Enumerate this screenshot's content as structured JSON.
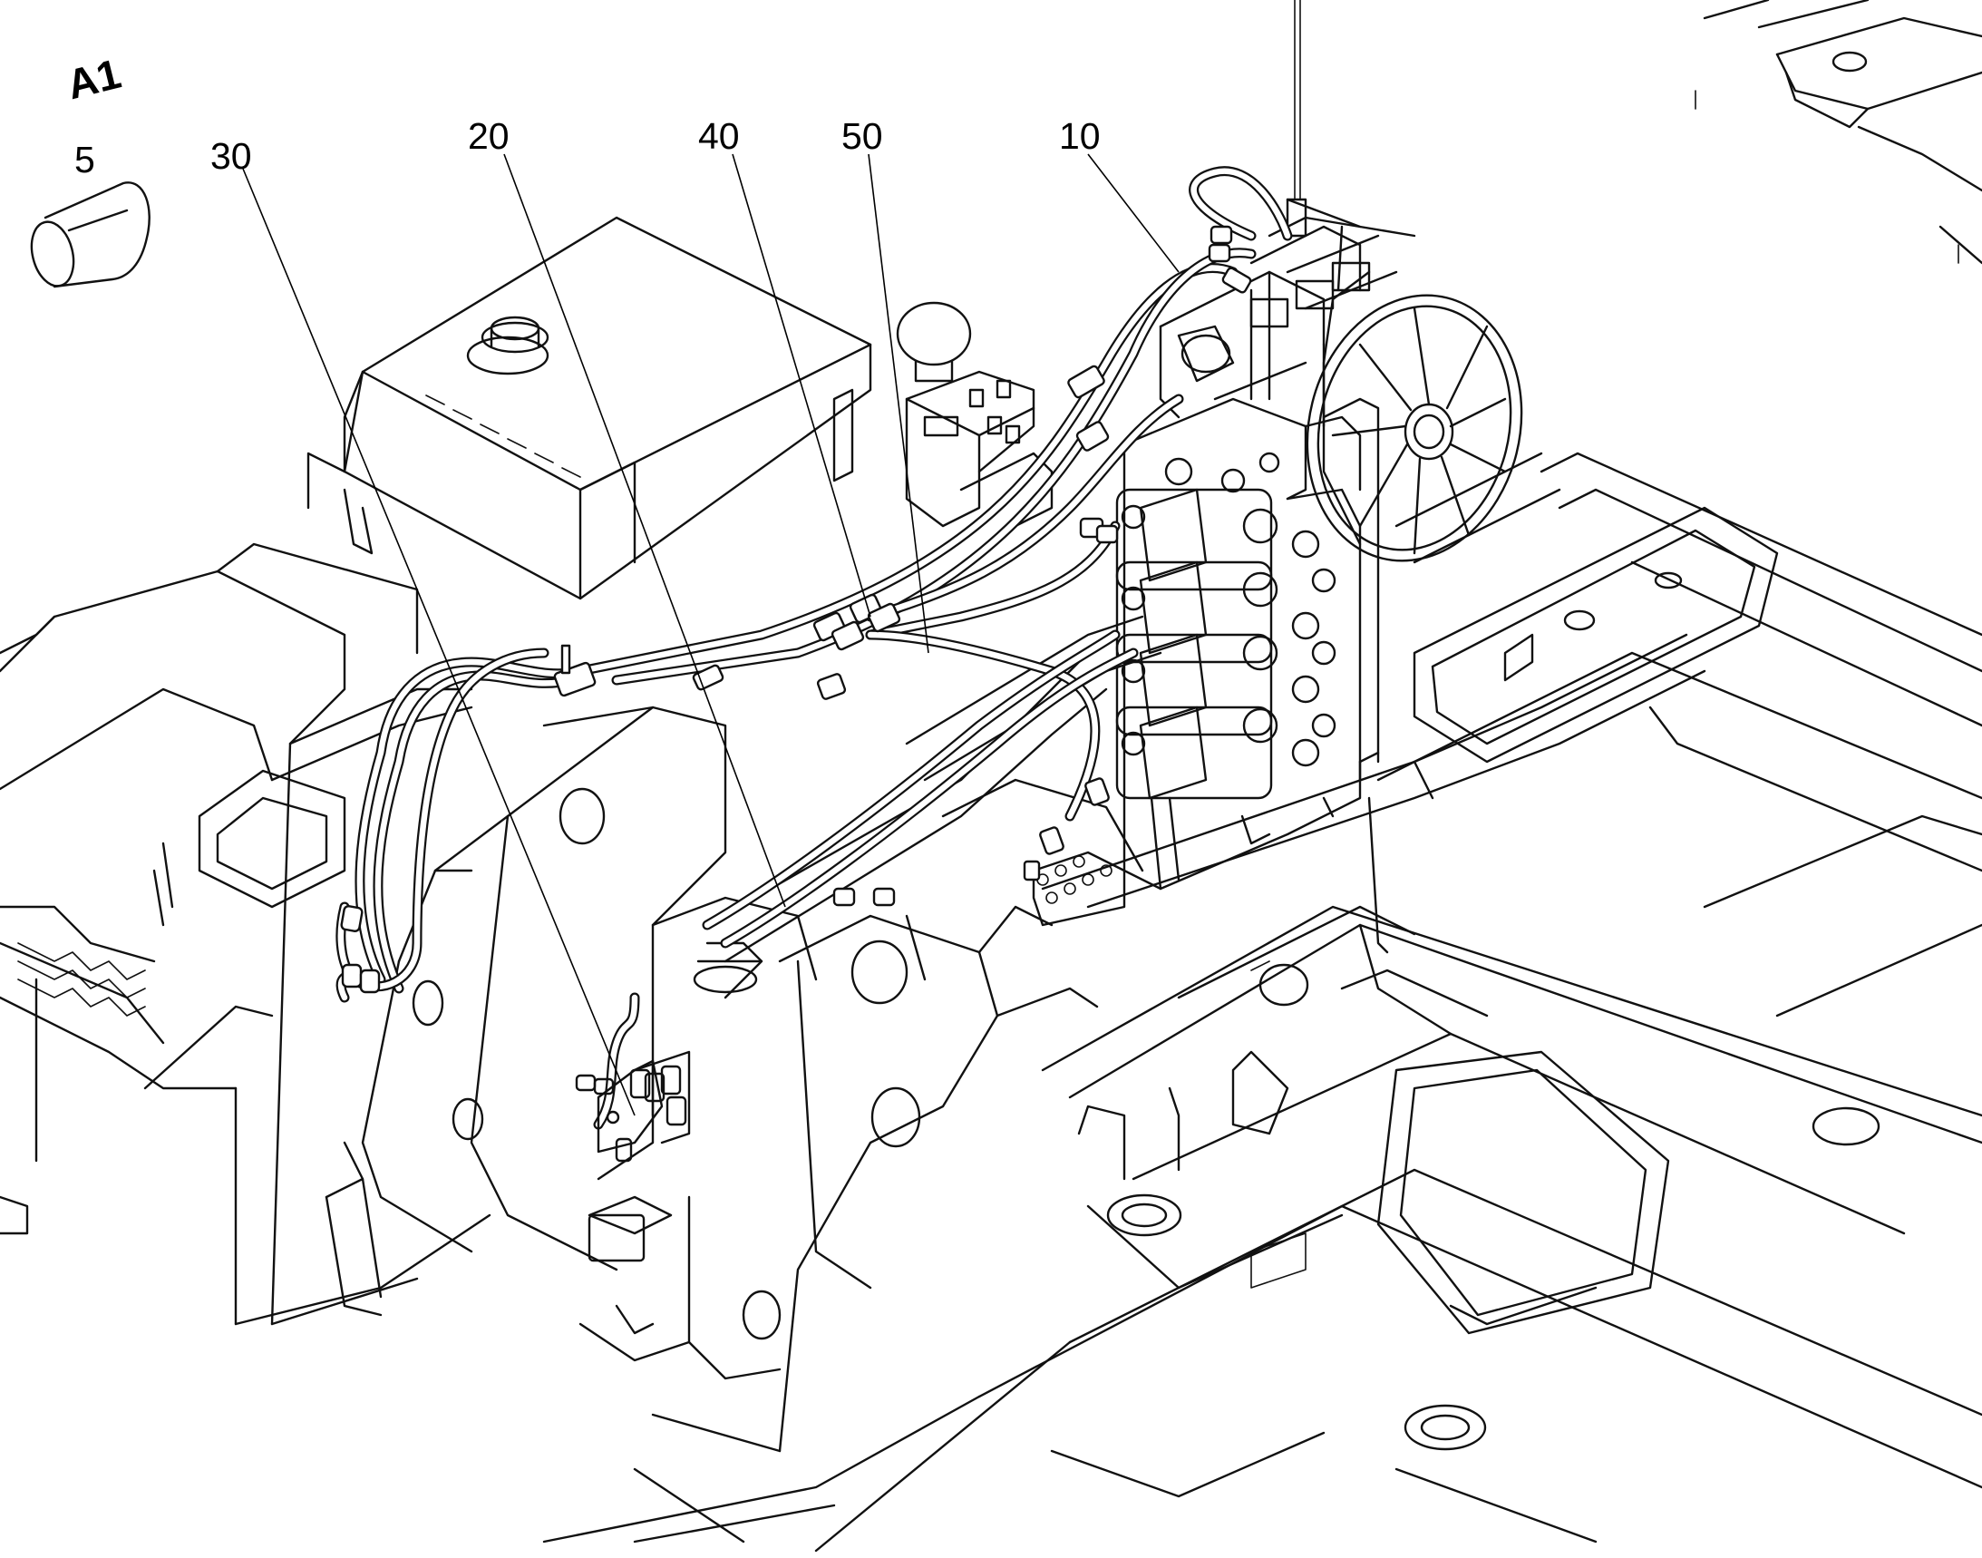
{
  "callouts": [
    {
      "id": "5",
      "label": "5"
    },
    {
      "id": "30",
      "label": "30"
    },
    {
      "id": "20",
      "label": "20"
    },
    {
      "id": "40",
      "label": "40"
    },
    {
      "id": "50",
      "label": "50"
    },
    {
      "id": "10",
      "label": "10"
    }
  ],
  "badge": {
    "text": "A1",
    "icon": "cylinder-a1-icon"
  },
  "colors": {
    "line": "#111111",
    "background": "#ffffff"
  }
}
